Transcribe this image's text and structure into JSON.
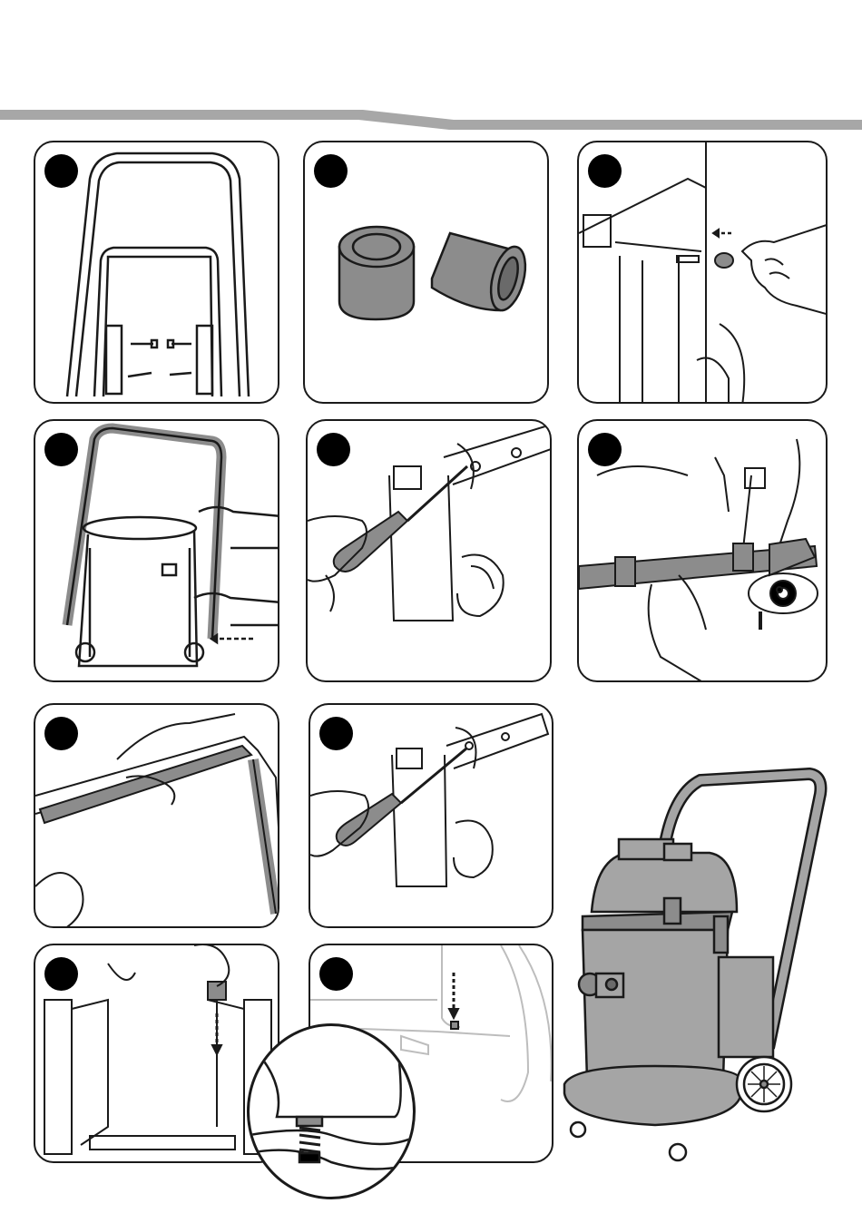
{
  "header": {
    "band_color": "#a7a7a7"
  },
  "steps": [
    {
      "id": "step-1",
      "desc": "handle-and-fittings-parts"
    },
    {
      "id": "step-2",
      "desc": "rubber-bushes"
    },
    {
      "id": "step-3",
      "desc": "remove-cap-from-body"
    },
    {
      "id": "step-4",
      "desc": "fit-handle-to-tank"
    },
    {
      "id": "step-5",
      "desc": "tighten-screw-with-screwdriver"
    },
    {
      "id": "step-6",
      "desc": "check-handle-alignment"
    },
    {
      "id": "step-7",
      "desc": "attach-lower-handle"
    },
    {
      "id": "step-8",
      "desc": "tighten-lower-screw"
    },
    {
      "id": "step-9",
      "desc": "slide-handle-into-base"
    },
    {
      "id": "step-10",
      "desc": "spring-detail"
    }
  ],
  "colors": {
    "line": "#1a1a1a",
    "fill_grey": "#8c8c8c",
    "dot": "#000000"
  }
}
